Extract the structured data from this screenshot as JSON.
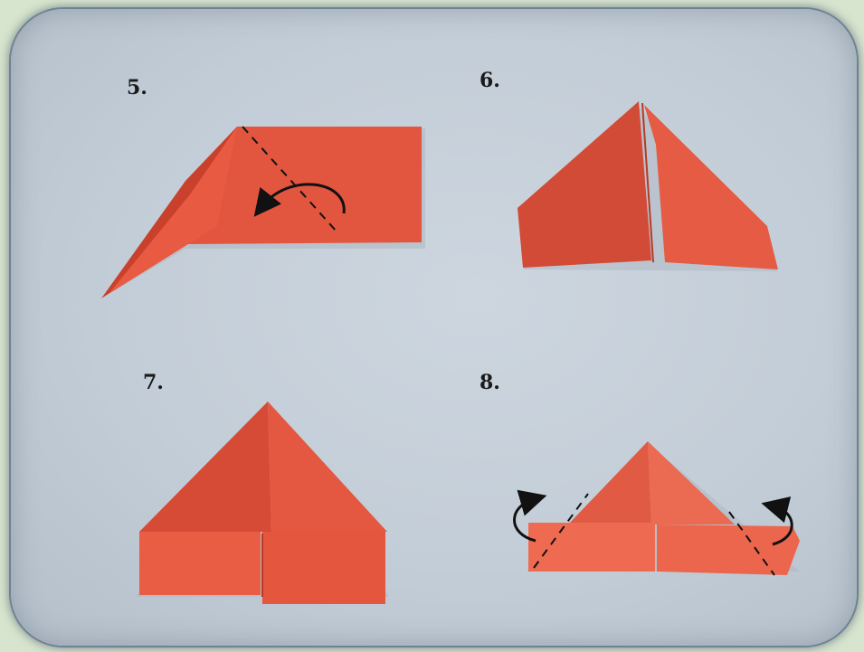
{
  "steps": [
    {
      "id": "step-5",
      "label": "5."
    },
    {
      "id": "step-6",
      "label": "6."
    },
    {
      "id": "step-7",
      "label": "7."
    },
    {
      "id": "step-8",
      "label": "8."
    }
  ],
  "colors": {
    "frame_border": "#6f8294",
    "background_paper": "#c8d2dc",
    "origami_paper": "#e2553f",
    "origami_shadow": "#c7432f",
    "fold_line": "#1a1a1a"
  }
}
